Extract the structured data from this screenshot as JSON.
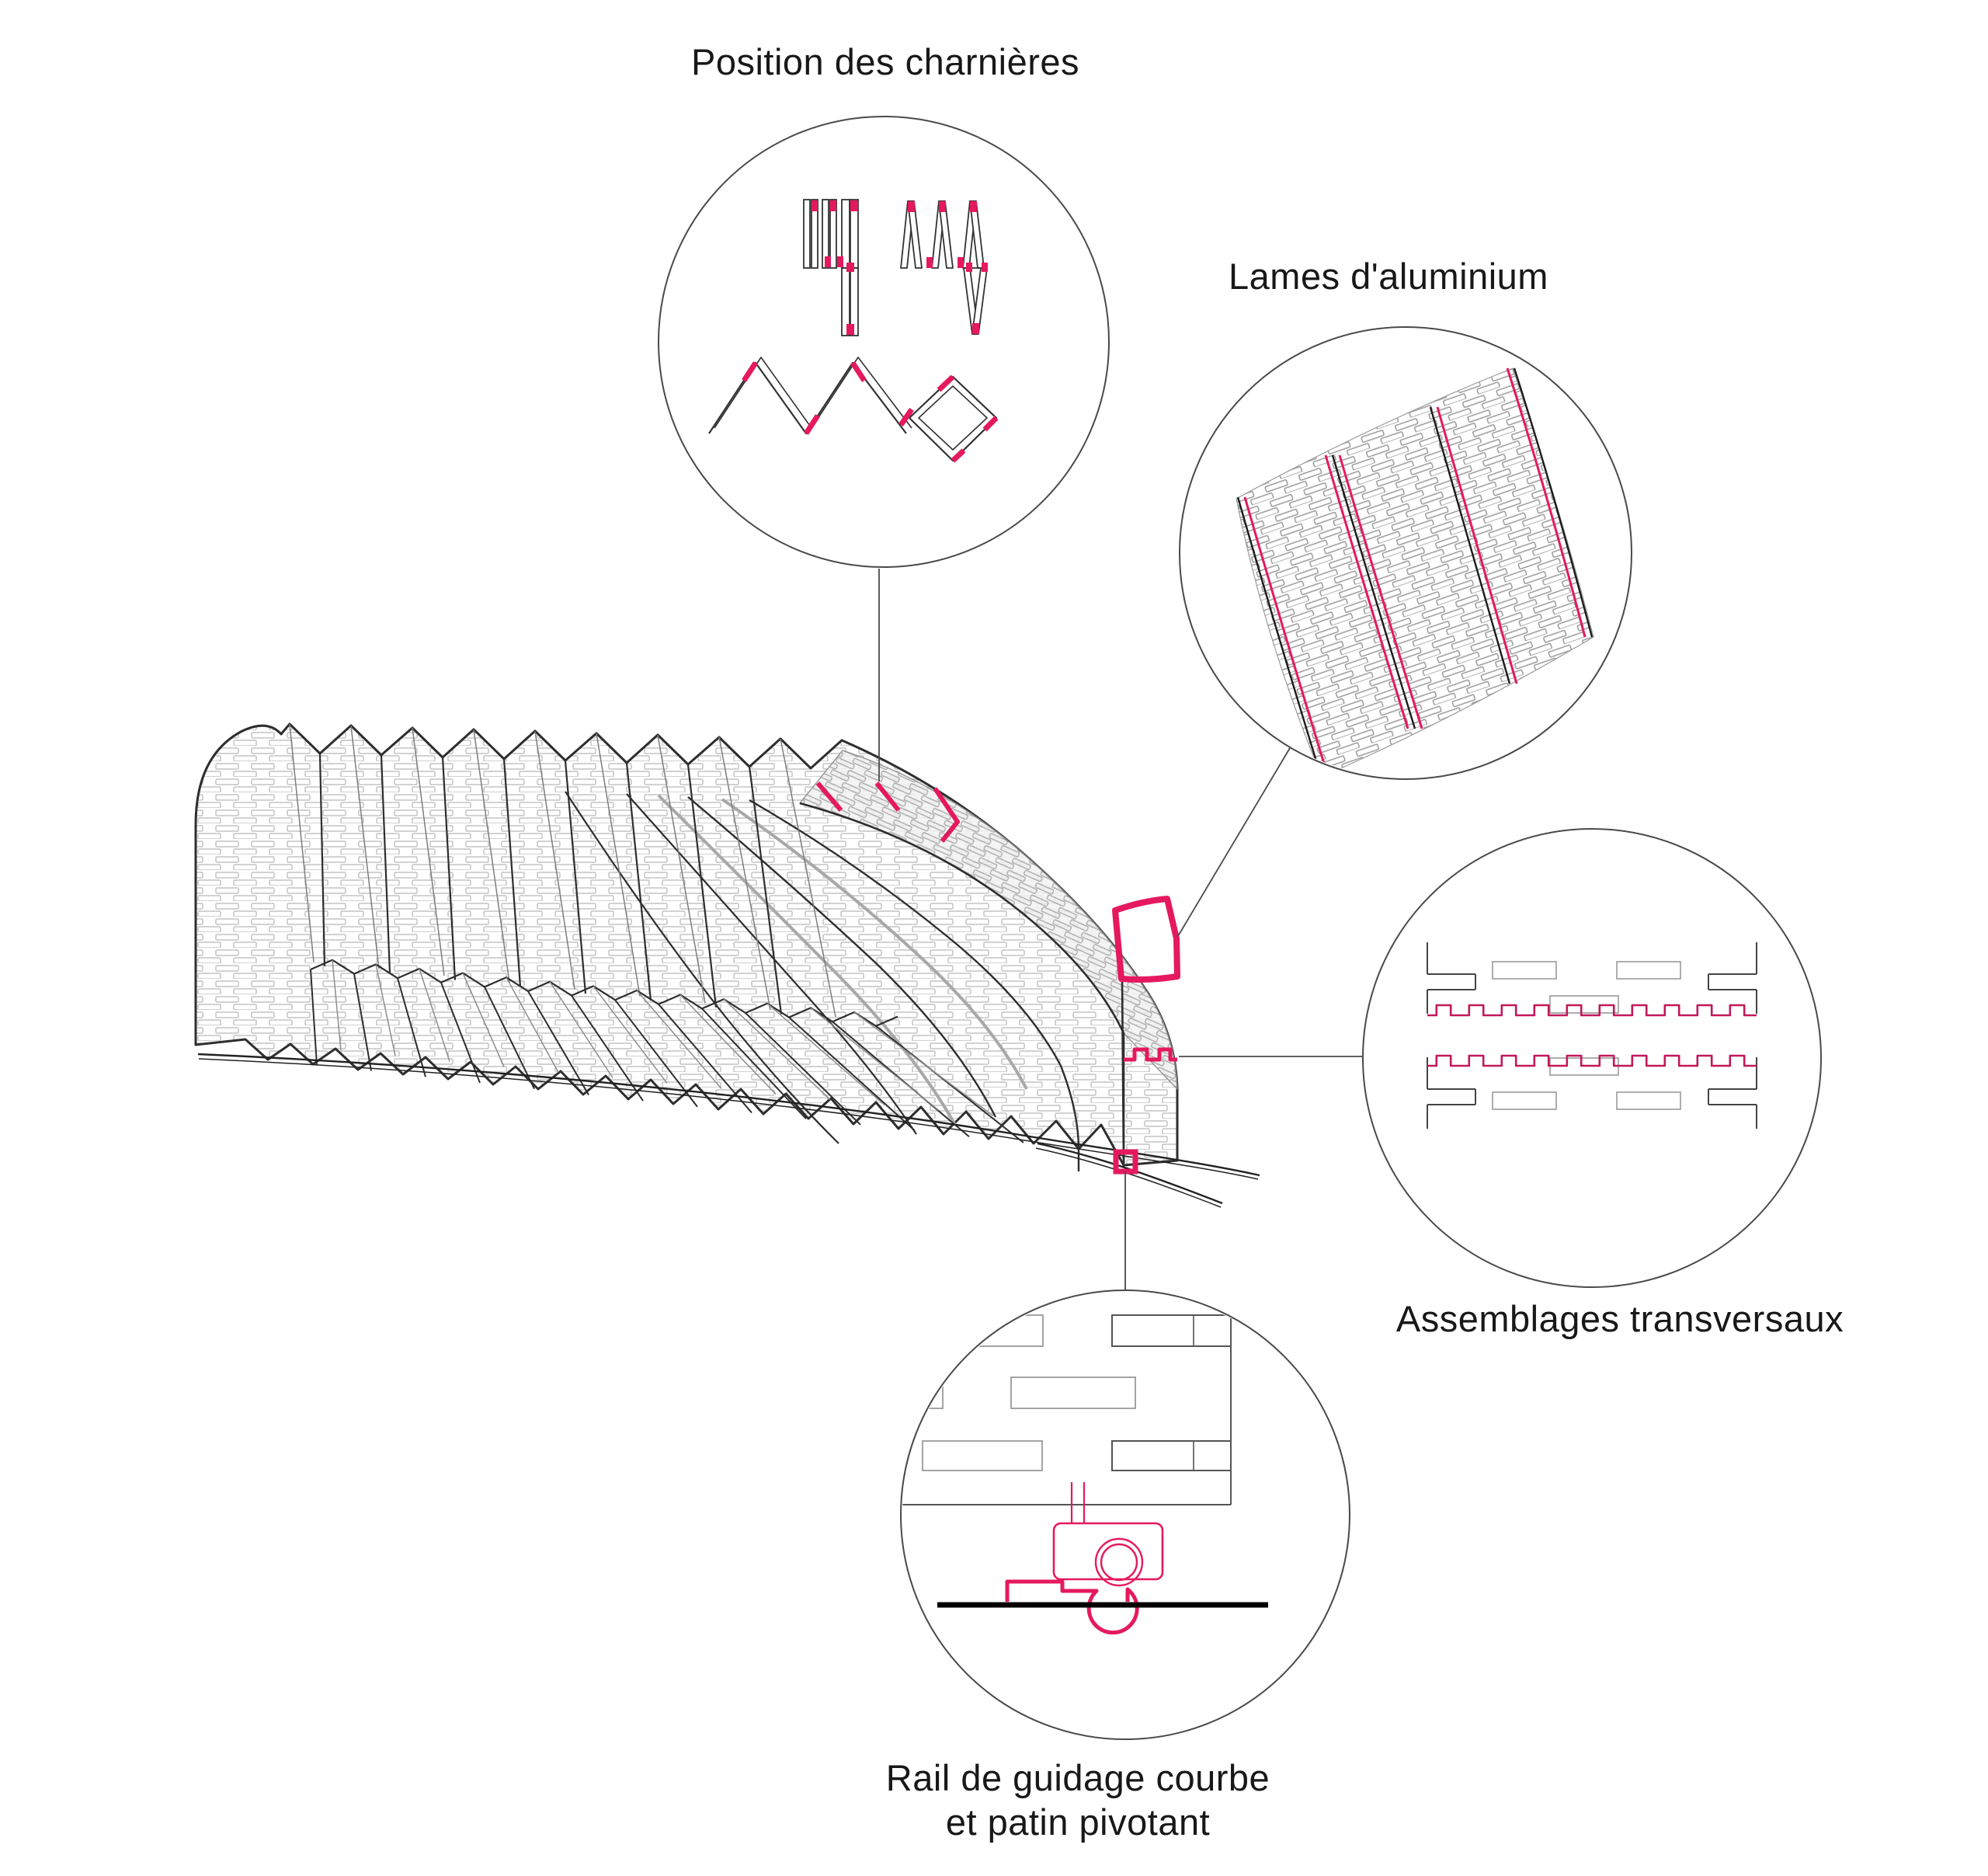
{
  "figure": {
    "background": "#ffffff",
    "accent_color": "#e5195f",
    "line_color": "#2e2e2e",
    "soft_line_color": "#8a8a8a",
    "brick_line_color": "#bdbdbd",
    "callouts": [
      {
        "id": "hinges",
        "label": "Position des charnières"
      },
      {
        "id": "aluminium-slats",
        "label": "Lames d'aluminium"
      },
      {
        "id": "transverse-joints",
        "label": "Assemblages transversaux"
      },
      {
        "id": "guide-rail",
        "label": "Rail de guidage courbe",
        "label2": "et patin pivotant"
      }
    ]
  }
}
